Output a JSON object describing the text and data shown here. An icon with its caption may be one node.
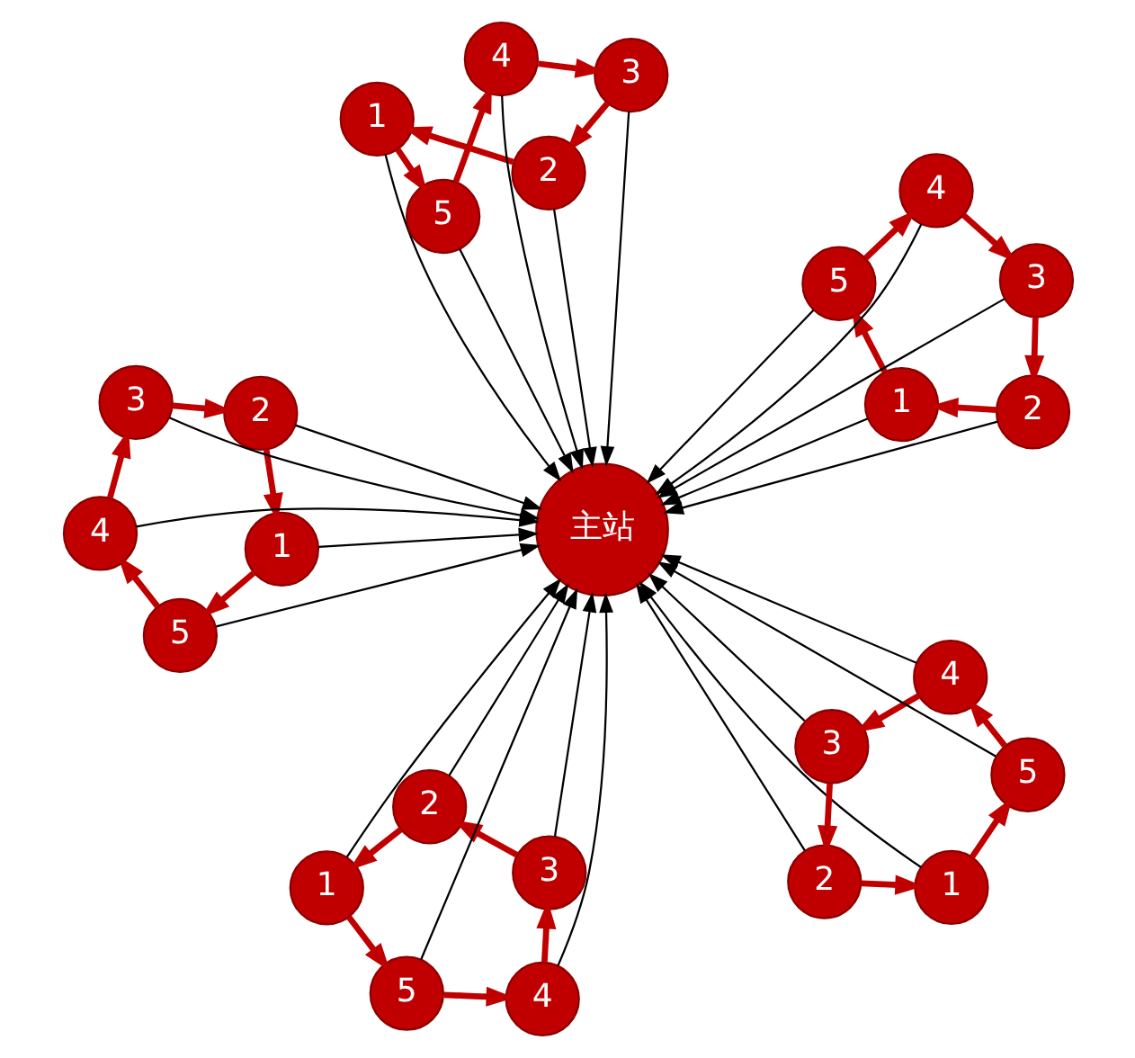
{
  "diagram": {
    "nodes": [
      {
        "text": [
          "主站"
        ]
      },
      {
        "text": [
          "1"
        ]
      },
      {
        "text": [
          "2"
        ]
      },
      {
        "text": [
          "3"
        ]
      },
      {
        "text": [
          "4"
        ]
      },
      {
        "text": [
          "5"
        ]
      },
      {
        "text": [
          "1"
        ]
      },
      {
        "text": [
          "2"
        ]
      },
      {
        "text": [
          "3"
        ]
      },
      {
        "text": [
          "4"
        ]
      },
      {
        "text": [
          "5"
        ]
      },
      {
        "text": [
          "1"
        ]
      },
      {
        "text": [
          "2"
        ]
      },
      {
        "text": [
          "3"
        ]
      },
      {
        "text": [
          "4"
        ]
      },
      {
        "text": [
          "5"
        ]
      },
      {
        "text": [
          "1"
        ]
      },
      {
        "text": [
          "2"
        ]
      },
      {
        "text": [
          "3"
        ]
      },
      {
        "text": [
          "4"
        ]
      },
      {
        "text": [
          "5"
        ]
      },
      {
        "text": [
          "1"
        ]
      },
      {
        "text": [
          "2"
        ]
      },
      {
        "text": [
          "3"
        ]
      },
      {
        "text": [
          "4"
        ]
      },
      {
        "text": [
          "5"
        ]
      }
    ],
    "edges": [
      {
        "from": 2,
        "to": 1,
        "arrow": "to",
        "style": "thick",
        "color": "#c00000"
      },
      {
        "from": 1,
        "to": 5,
        "arrow": "to",
        "style": "thick",
        "color": "#c00000"
      },
      {
        "from": 5,
        "to": 4,
        "arrow": "to",
        "style": "thick",
        "color": "#c00000"
      },
      {
        "from": 4,
        "to": 3,
        "arrow": "to",
        "style": "thick",
        "color": "#c00000"
      },
      {
        "from": 3,
        "to": 2,
        "arrow": "to",
        "style": "thick",
        "color": "#c00000"
      },
      {
        "from": 1,
        "to": 0,
        "arrow": "to",
        "color": "#000000"
      },
      {
        "from": 2,
        "to": 0,
        "arrow": "to",
        "color": "#000000"
      },
      {
        "from": 3,
        "to": 0,
        "arrow": "to",
        "color": "#000000"
      },
      {
        "from": 4,
        "to": 0,
        "arrow": "to",
        "color": "#000000"
      },
      {
        "from": 5,
        "to": 0,
        "arrow": "to",
        "color": "#000000"
      },
      {
        "from": 7,
        "to": 6,
        "arrow": "to",
        "style": "thick",
        "color": "#c00000"
      },
      {
        "from": 6,
        "to": 10,
        "arrow": "to",
        "style": "thick",
        "color": "#c00000"
      },
      {
        "from": 10,
        "to": 9,
        "arrow": "to",
        "style": "thick",
        "color": "#c00000"
      },
      {
        "from": 9,
        "to": 8,
        "arrow": "to",
        "style": "thick",
        "color": "#c00000"
      },
      {
        "from": 8,
        "to": 7,
        "arrow": "to",
        "style": "thick",
        "color": "#c00000"
      },
      {
        "from": 6,
        "to": 0,
        "arrow": "to",
        "color": "#000000"
      },
      {
        "from": 7,
        "to": 0,
        "arrow": "to",
        "color": "#000000"
      },
      {
        "from": 8,
        "to": 0,
        "arrow": "to",
        "color": "#000000"
      },
      {
        "from": 9,
        "to": 0,
        "arrow": "to",
        "color": "#000000"
      },
      {
        "from": 10,
        "to": 0,
        "arrow": "to",
        "color": "#000000"
      },
      {
        "from": 12,
        "to": 11,
        "arrow": "to",
        "style": "thick",
        "color": "#c00000"
      },
      {
        "from": 11,
        "to": 15,
        "arrow": "to",
        "style": "thick",
        "color": "#c00000"
      },
      {
        "from": 15,
        "to": 14,
        "arrow": "to",
        "style": "thick",
        "color": "#c00000"
      },
      {
        "from": 14,
        "to": 13,
        "arrow": "to",
        "style": "thick",
        "color": "#c00000"
      },
      {
        "from": 13,
        "to": 12,
        "arrow": "to",
        "style": "thick",
        "color": "#c00000"
      },
      {
        "from": 11,
        "to": 0,
        "arrow": "to",
        "color": "#000000"
      },
      {
        "from": 12,
        "to": 0,
        "arrow": "to",
        "color": "#000000"
      },
      {
        "from": 13,
        "to": 0,
        "arrow": "to",
        "color": "#000000"
      },
      {
        "from": 14,
        "to": 0,
        "arrow": "to",
        "color": "#000000"
      },
      {
        "from": 15,
        "to": 0,
        "arrow": "to",
        "color": "#000000"
      },
      {
        "from": 17,
        "to": 16,
        "arrow": "to",
        "style": "thick",
        "color": "#c00000"
      },
      {
        "from": 16,
        "to": 20,
        "arrow": "to",
        "style": "thick",
        "color": "#c00000"
      },
      {
        "from": 20,
        "to": 19,
        "arrow": "to",
        "style": "thick",
        "color": "#c00000"
      },
      {
        "from": 19,
        "to": 18,
        "arrow": "to",
        "style": "thick",
        "color": "#c00000"
      },
      {
        "from": 18,
        "to": 17,
        "arrow": "to",
        "style": "thick",
        "color": "#c00000"
      },
      {
        "from": 16,
        "to": 0,
        "arrow": "to",
        "color": "#000000"
      },
      {
        "from": 17,
        "to": 0,
        "arrow": "to",
        "color": "#000000"
      },
      {
        "from": 18,
        "to": 0,
        "arrow": "to",
        "color": "#000000"
      },
      {
        "from": 19,
        "to": 0,
        "arrow": "to",
        "color": "#000000"
      },
      {
        "from": 20,
        "to": 0,
        "arrow": "to",
        "color": "#000000"
      },
      {
        "from": 22,
        "to": 21,
        "arrow": "to",
        "style": "thick",
        "color": "#c00000"
      },
      {
        "from": 21,
        "to": 25,
        "arrow": "to",
        "style": "thick",
        "color": "#c00000"
      },
      {
        "from": 25,
        "to": 24,
        "arrow": "to",
        "style": "thick",
        "color": "#c00000"
      },
      {
        "from": 24,
        "to": 23,
        "arrow": "to",
        "style": "thick",
        "color": "#c00000"
      },
      {
        "from": 23,
        "to": 22,
        "arrow": "to",
        "style": "thick",
        "color": "#c00000"
      },
      {
        "from": 21,
        "to": 0,
        "arrow": "to",
        "color": "#000000"
      },
      {
        "from": 22,
        "to": 0,
        "arrow": "to",
        "color": "#000000"
      },
      {
        "from": 23,
        "to": 0,
        "arrow": "to",
        "color": "#000000"
      },
      {
        "from": 24,
        "to": 0,
        "arrow": "to",
        "color": "#000000"
      },
      {
        "from": 25,
        "to": 0,
        "arrow": "to",
        "color": "#000000"
      }
    ]
  }
}
